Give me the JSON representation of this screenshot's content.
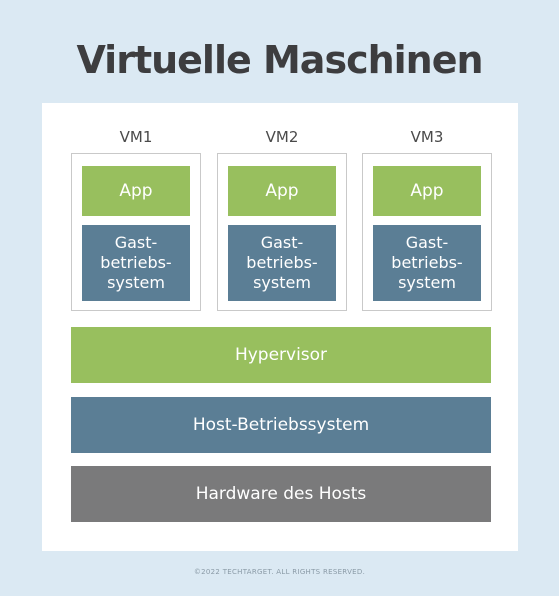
{
  "title": "Virtuelle Maschinen",
  "vms": [
    {
      "label": "VM1",
      "app": "App",
      "guest_os": "Gast-\nbetriebs-\nsystem"
    },
    {
      "label": "VM2",
      "app": "App",
      "guest_os": "Gast-\nbetriebs-\nsystem"
    },
    {
      "label": "VM3",
      "app": "App",
      "guest_os": "Gast-\nbetriebs-\nsystem"
    }
  ],
  "layers": {
    "hypervisor": "Hypervisor",
    "host_os": "Host-Betriebssystem",
    "hardware": "Hardware des Hosts"
  },
  "copyright": "©2022 TECHTARGET. ALL RIGHTS RESERVED.",
  "colors": {
    "background": "#dbe9f3",
    "green": "#98bf5e",
    "blue": "#5b7e95",
    "gray": "#7a7a7b"
  }
}
